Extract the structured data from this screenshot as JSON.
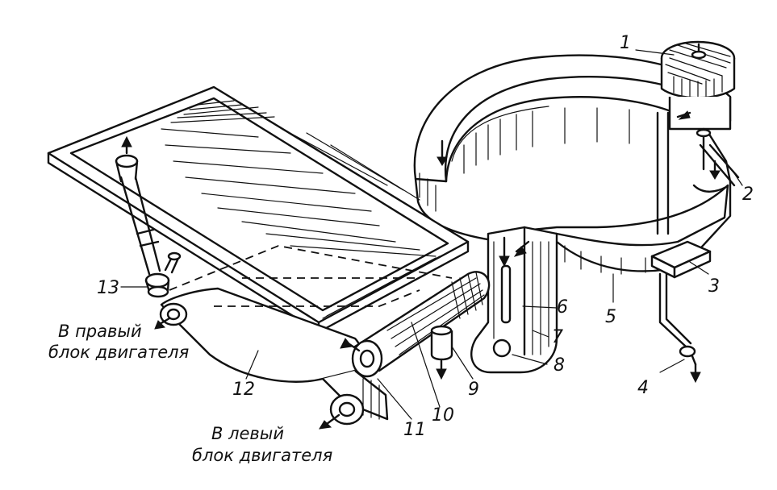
{
  "labels": {
    "n1": "1",
    "n2": "2",
    "n3": "3",
    "n4": "4",
    "n5": "5",
    "n6": "6",
    "n7": "7",
    "n8": "8",
    "n9": "9",
    "n10": "10",
    "n11": "11",
    "n12": "12",
    "n13": "13"
  },
  "captions": {
    "right_line1": "В правый",
    "right_line2": "блок двигателя",
    "left_line1": "В левый",
    "left_line2": "блок двигателя"
  }
}
